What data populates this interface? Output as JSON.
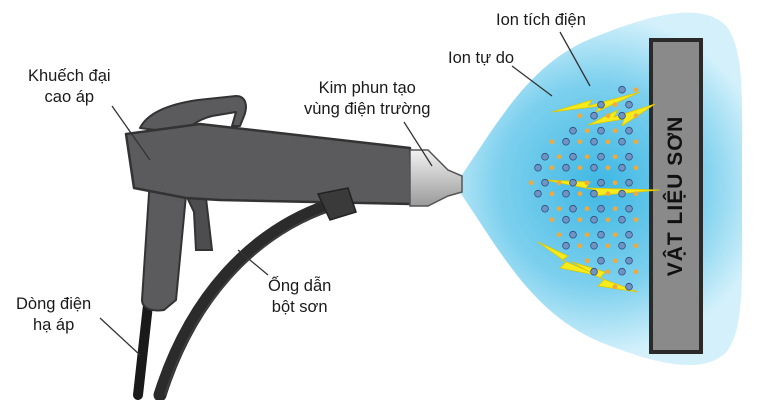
{
  "labels": {
    "amplifier": [
      "Khuếch đại",
      "cao áp"
    ],
    "needle": [
      "Kim phun tạo",
      "vùng điện trường"
    ],
    "charged_ion": "Ion tích điện",
    "free_ion": "Ion tự do",
    "current": [
      "Dòng điện",
      "hạ áp"
    ],
    "hose": [
      "Ống dẫn",
      "bột sơn"
    ],
    "material": "VẬT LIỆU SƠN"
  },
  "colors": {
    "gun_body": "#5b5b5d",
    "gun_outline": "#333333",
    "hose": "#2b2b2b",
    "spray_edge": "#cdeefa",
    "spray_core": "#3fb8e3",
    "charged_ion": "#6f93c2",
    "free_ion": "#f2a93b",
    "lightning": "#f6ec1c",
    "material_fill": "#8a8a8a",
    "material_border": "#2a2a2a"
  }
}
